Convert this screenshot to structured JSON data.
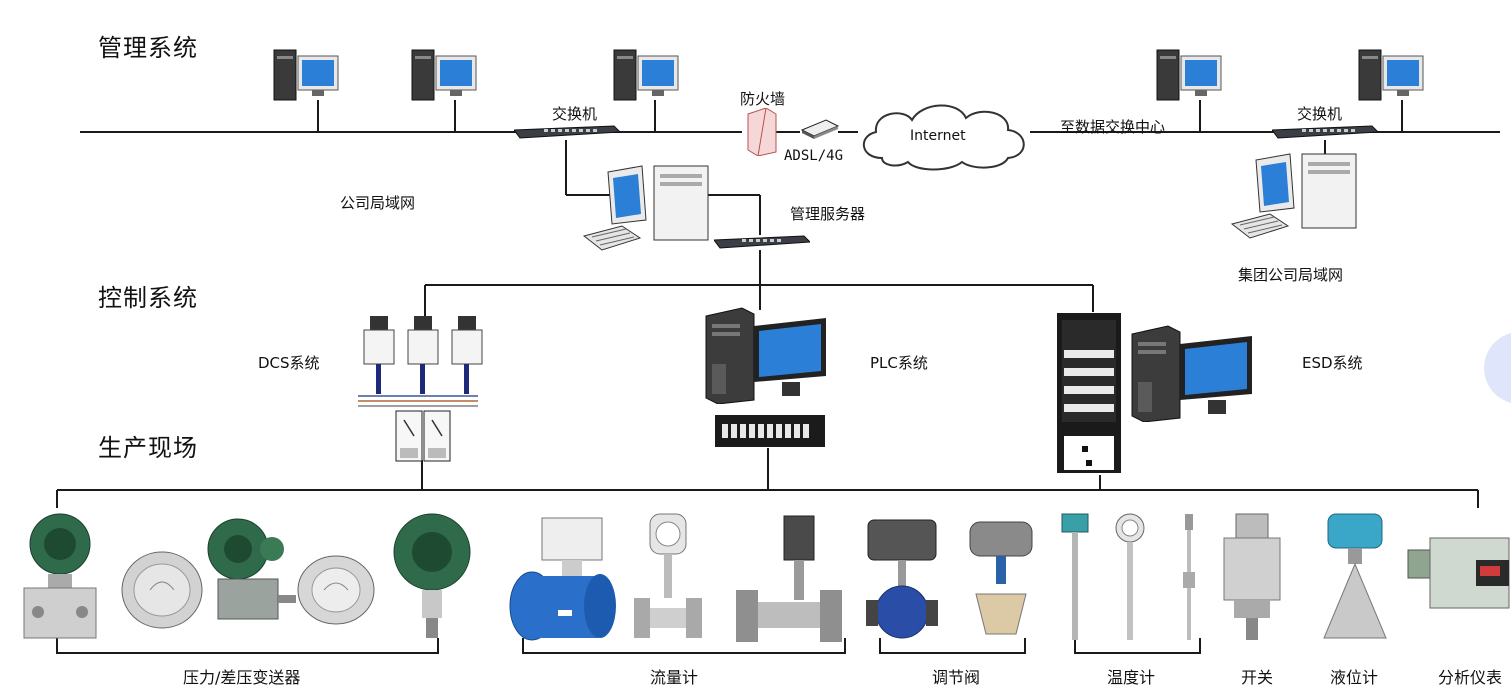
{
  "sections": {
    "management": "管理系统",
    "control": "控制系统",
    "field": "生产现场"
  },
  "network": {
    "switch_left": "交换机",
    "firewall": "防火墙",
    "adsl": "ADSL/4G",
    "internet": "Internet",
    "to_exchange_center": "至数据交换中心",
    "switch_right": "交换机",
    "company_lan": "公司局域网",
    "mgmt_server": "管理服务器",
    "group_lan": "集团公司局域网"
  },
  "control_systems": {
    "dcs": "DCS系统",
    "plc": "PLC系统",
    "esd": "ESD系统"
  },
  "field_devices": {
    "pressure": "压力/差压变送器",
    "flow": "流量计",
    "valve": "调节阀",
    "temperature": "温度计",
    "switch": "开关",
    "level": "液位计",
    "analyzer": "分析仪表"
  },
  "colors": {
    "line": "#1a1a1a",
    "monitor_screen": "#2b7fd6",
    "device_green": "#2f6b4a",
    "flowmeter_blue": "#2a6fc9",
    "cloud_stroke": "#333333"
  }
}
